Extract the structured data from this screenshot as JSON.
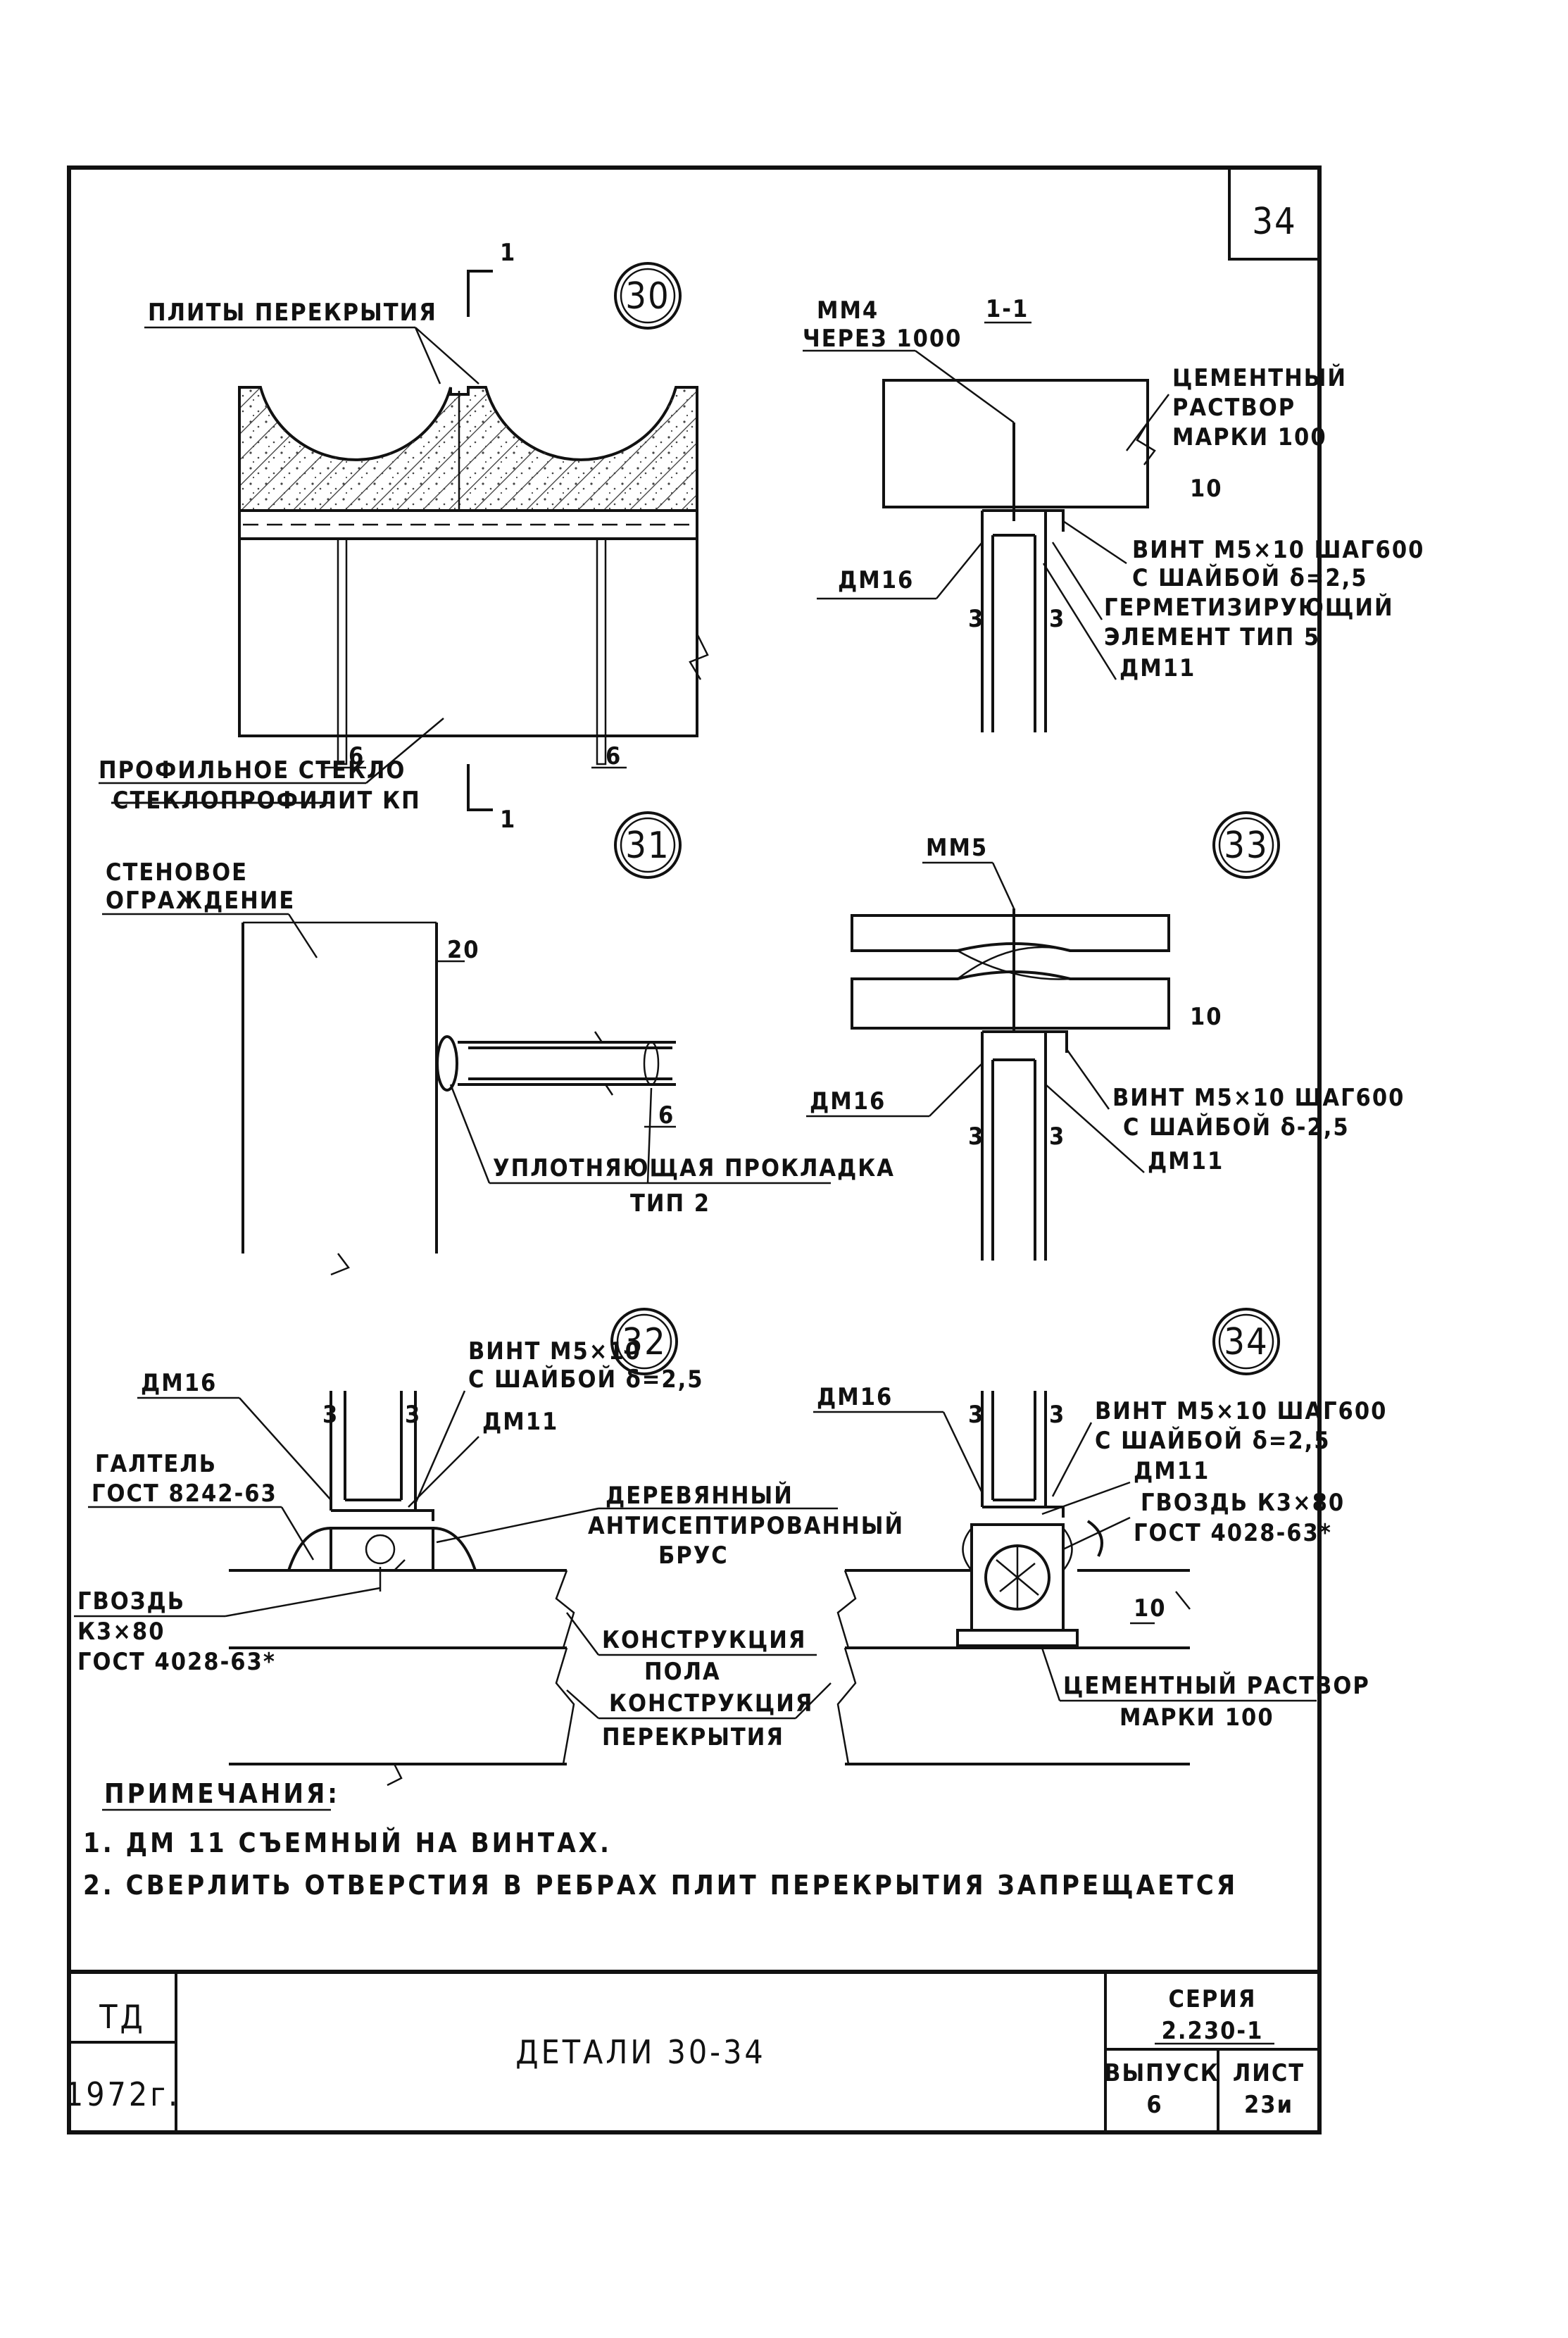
{
  "sheet": {
    "page_number": "34",
    "title": "ДЕТАЛИ 30-34",
    "td": "ТД",
    "year": "1972г.",
    "series_label": "СЕРИЯ",
    "series_value": "2.230-1",
    "issue_label": "ВЫПУСК",
    "issue_value": "6",
    "sheet_label": "ЛИСТ",
    "sheet_value": "23и"
  },
  "detail_30": {
    "marker": "30",
    "section_mark": "1",
    "slab_label": "ПЛИТЫ ПЕРЕКРЫТИЯ",
    "glass_label_1": "ПРОФИЛЬНОЕ СТЕКЛО",
    "glass_label_2": "СТЕКЛОПРОФИЛИТ КП",
    "dim_6": "6"
  },
  "section_1_1": {
    "title": "1-1",
    "mm4": "ММ4",
    "mm4_step": "ЧЕРЕЗ 1000",
    "mortar_1": "ЦЕМЕНТНЫЙ",
    "mortar_2": "РАСТВОР",
    "mortar_3": "МАРКИ 100",
    "dim_10": "10",
    "screw_1": "ВИНТ М5×10 ШАГ600",
    "screw_2": "С ШАЙБОЙ δ=2,5",
    "seal_1": "ГЕРМЕТИЗИРУЮЩИЙ",
    "seal_2": "ЭЛЕМЕНТ ТИП 5",
    "dm11": "ДМ11",
    "dm16": "ДМ16",
    "dim_3": "3"
  },
  "detail_31": {
    "marker": "31",
    "wall_1": "СТЕНОВОЕ",
    "wall_2": "ОГРАЖДЕНИЕ",
    "dim_20": "20",
    "dim_6": "6",
    "gasket_1": "УПЛОТНЯЮЩАЯ ПРОКЛАДКА",
    "gasket_2": "ТИП 2"
  },
  "detail_33": {
    "marker": "33",
    "mm5": "ММ5",
    "dim_10": "10",
    "dm16": "ДМ16",
    "screw_1": "ВИНТ М5×10 ШАГ600",
    "screw_2": "С ШАЙБОЙ δ-2,5",
    "dm11": "ДМ11",
    "dim_3": "3"
  },
  "detail_32": {
    "marker": "32",
    "dm16": "ДМ16",
    "screw_1": "ВИНТ М5×10",
    "screw_2": "С ШАЙБОЙ δ=2,5",
    "dm11": "ДМ11",
    "fillet_1": "ГАЛТЕЛЬ",
    "fillet_2": "ГОСТ 8242-63",
    "beam_1": "ДЕРЕВЯННЫЙ",
    "beam_2": "АНТИСЕПТИРОВАННЫЙ",
    "beam_3": "БРУС",
    "nail_1": "ГВОЗДЬ",
    "nail_2": "К3×80",
    "nail_3": "ГОСТ 4028-63*",
    "floor_1": "КОНСТРУКЦИЯ",
    "floor_2": "ПОЛА",
    "floor_3": "КОНСТРУКЦИЯ",
    "floor_4": "ПЕРЕКРЫТИЯ",
    "dim_3": "3"
  },
  "detail_34": {
    "marker": "34",
    "dm16": "ДМ16",
    "screw_1": "ВИНТ М5×10 ШАГ600",
    "screw_2": "С ШАЙБОЙ δ=2,5",
    "dm11": "ДМ11",
    "nail_1": "ГВОЗДЬ К3×80",
    "nail_2": "ГОСТ 4028-63*",
    "mortar_1": "ЦЕМЕНТНЫЙ РАСТВОР",
    "mortar_2": "МАРКИ 100",
    "dim_10": "10",
    "dim_3": "3"
  },
  "notes": {
    "heading": "ПРИМЕЧАНИЯ:",
    "items": [
      "1.  ДМ 11  СЪЕМНЫЙ НА ВИНТАХ.",
      "2. СВЕРЛИТЬ ОТВЕРСТИЯ В РЕБРАХ ПЛИТ ПЕРЕКРЫТИЯ ЗАПРЕЩАЕТСЯ"
    ]
  }
}
